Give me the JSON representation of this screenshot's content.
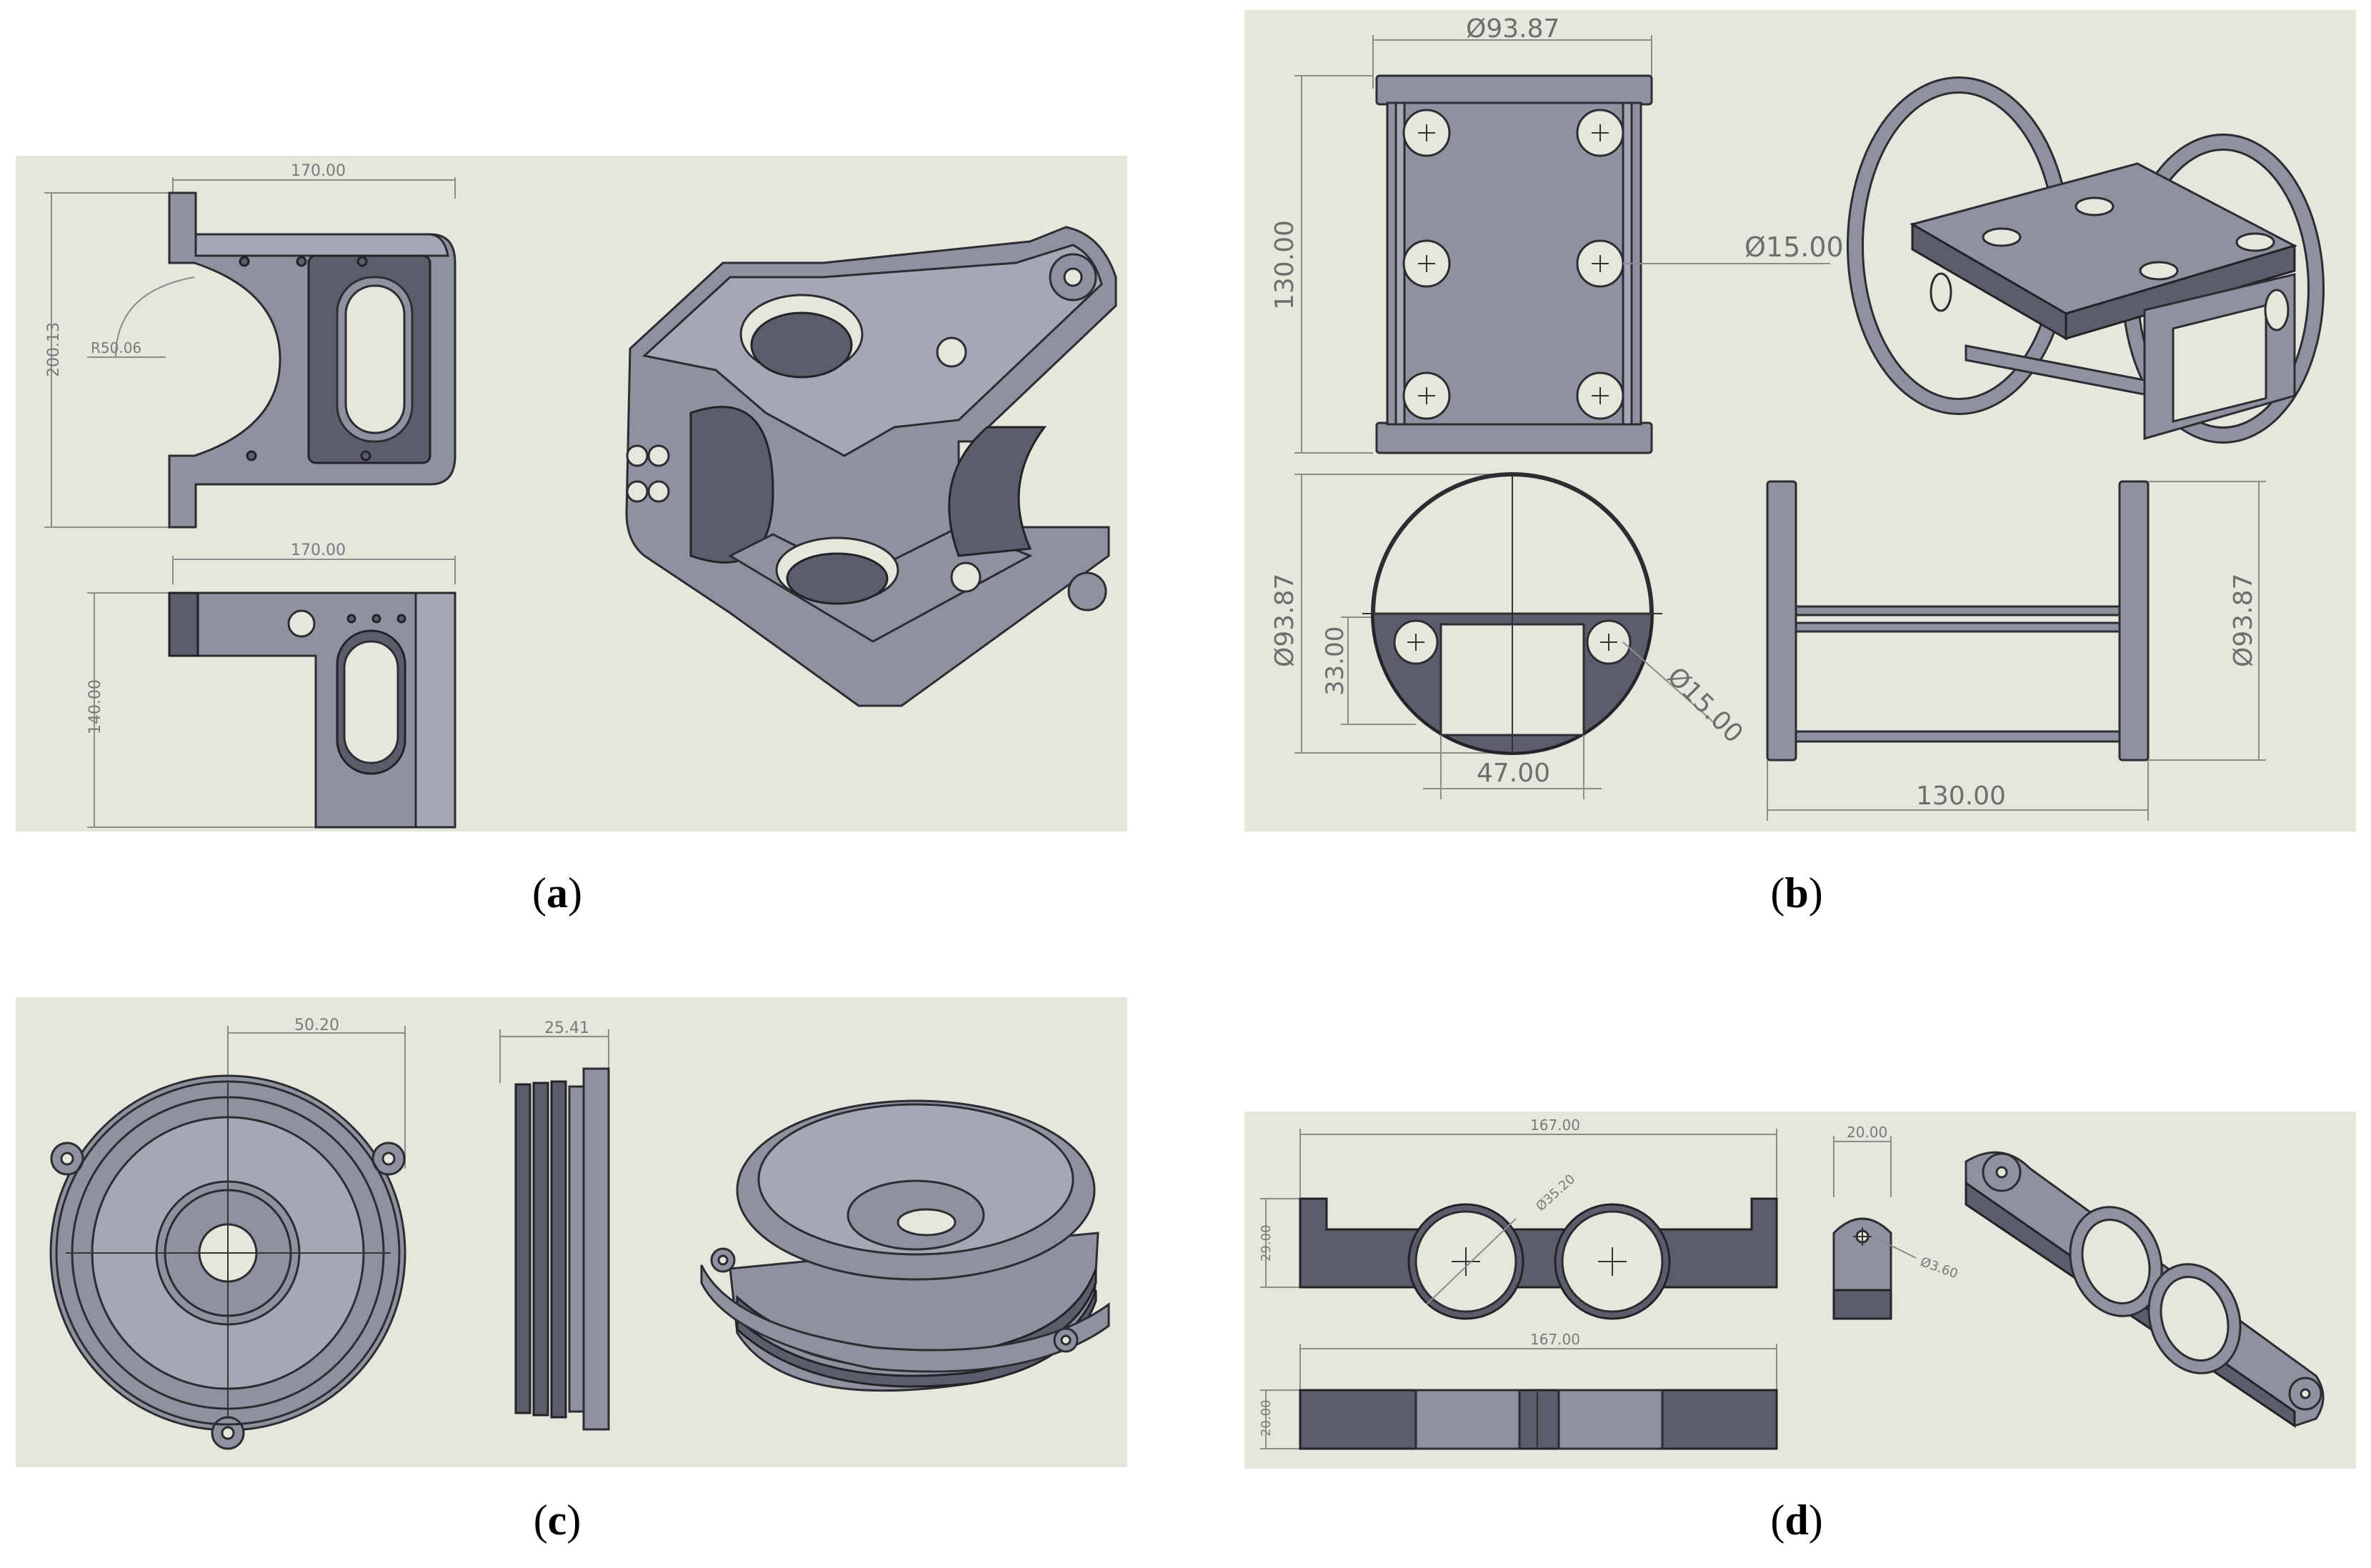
{
  "captions": {
    "a": {
      "open": "(",
      "letter": "a",
      "close": ")"
    },
    "b": {
      "open": "(",
      "letter": "b",
      "close": ")"
    },
    "c": {
      "open": "(",
      "letter": "c",
      "close": ")"
    },
    "d": {
      "open": "(",
      "letter": "d",
      "close": ")"
    }
  },
  "panel_a": {
    "dim_top_width": "170.00",
    "dim_height": "200.13",
    "dim_radius": "R50.06",
    "dim_bottom_width": "170.00",
    "dim_bottom_height": "140.00"
  },
  "panel_b": {
    "dim_top_diameter": "Ø93.87",
    "dim_left_height": "130.00",
    "dim_hole_diameter": "Ø15.00",
    "dim_circle_diameter": "Ø93.87",
    "dim_33": "33.00",
    "dim_hole_diameter_2": "Ø15.00",
    "dim_47": "47.00",
    "dim_side_diameter": "Ø93.87",
    "dim_bottom_length": "130.00"
  },
  "panel_c": {
    "dim_radius_span": "50.20",
    "dim_thickness": "25.41"
  },
  "panel_d": {
    "dim_top_length": "167.00",
    "dim_ring_diameter": "Ø35.20",
    "dim_height": "29.00",
    "dim_bottom_length": "167.00",
    "dim_bottom_height": "20.00",
    "dim_side_width": "20.00",
    "dim_pin": "Ø3.60"
  },
  "colors": {
    "background": "#e6e6dc",
    "part": "#8e919e",
    "edge": "#2c2c33"
  }
}
